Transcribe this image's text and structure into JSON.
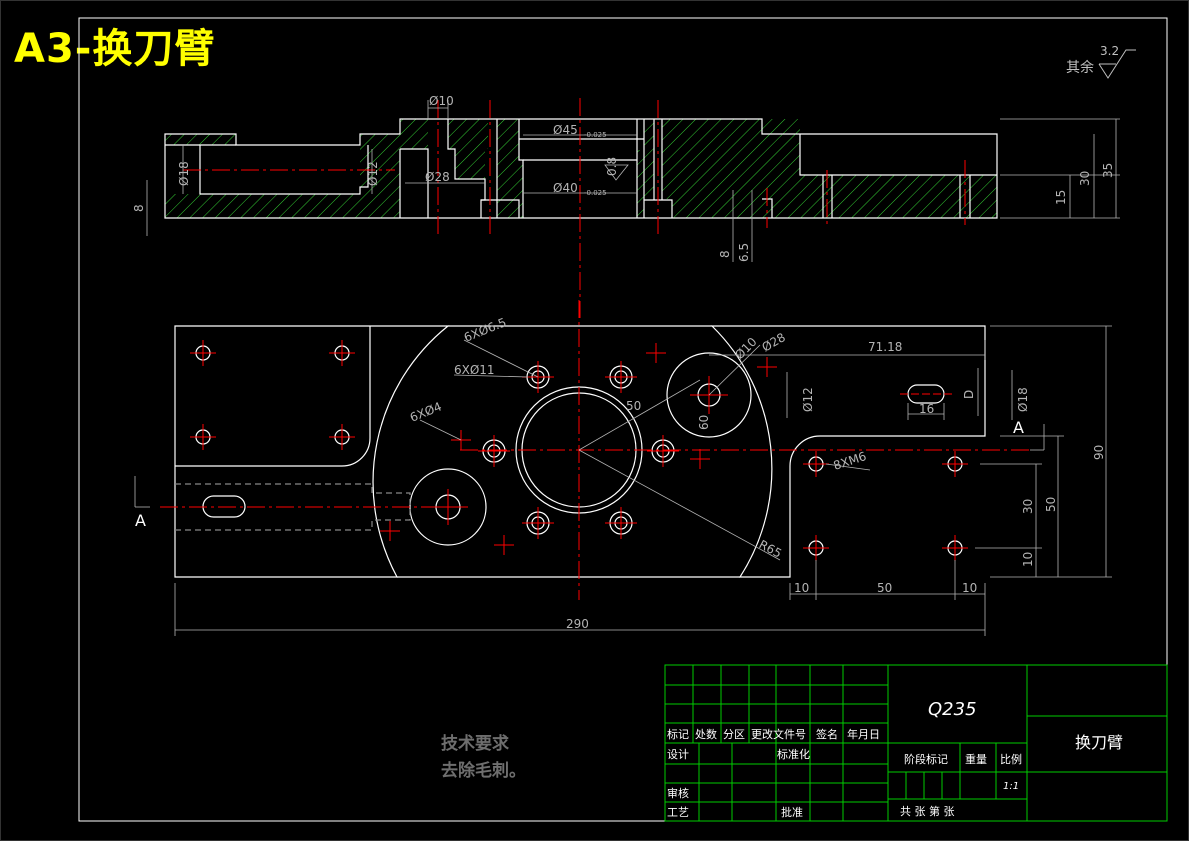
{
  "title": "A3-换刀臂",
  "roughness": {
    "label": "其余",
    "value": "3.2"
  },
  "technical_requirements": {
    "title": "技术要求",
    "note": "去除毛刺。"
  },
  "section_view": {
    "dims": {
      "d10": "Ø10",
      "d45": "Ø45",
      "d45_tol": "-0.025",
      "d18": "Ø18",
      "d12": "Ø12",
      "d28": "Ø28",
      "d40": "Ø40",
      "d40_tol": "-0.025",
      "r08": "0.8",
      "h8": "8",
      "h8b": "8",
      "h65": "6.5",
      "h15": "15",
      "h30": "30",
      "h35": "35"
    }
  },
  "plan_view": {
    "dims": {
      "holes_6x65": "6XØ6.5",
      "holes_6x11": "6XØ11",
      "holes_6x4": "6XØ4",
      "d10": "Ø10",
      "d28": "Ø28",
      "d12": "Ø12",
      "d18": "Ø18",
      "len_7118": "71.18",
      "len_16": "16",
      "len_d": "D",
      "r50": "50",
      "r60": "60",
      "r65": "R65",
      "threads": "8XM6",
      "v90": "90",
      "v50": "50",
      "v30": "30",
      "v10": "10",
      "h10a": "10",
      "h50": "50",
      "h10b": "10",
      "total": "290",
      "section_a": "A"
    }
  },
  "title_block": {
    "material": "Q235",
    "part_name": "换刀臂",
    "headers": [
      "标记",
      "处数",
      "分区",
      "更改文件号",
      "签名",
      "年月日"
    ],
    "design": "设计",
    "standard": "标准化",
    "review": "审核",
    "process": "工艺",
    "approve": "批准",
    "stage_mark": "阶段标记",
    "weight": "重量",
    "ratio": "比例",
    "scale": "1:1",
    "sheets": "共   张   第   张"
  },
  "colors": {
    "outline": "#ffffff",
    "center": "#ff0000",
    "hatch": "#33cc33",
    "dim": "#b4b4b4",
    "frame": "#00cc00",
    "title": "#ffff00"
  }
}
